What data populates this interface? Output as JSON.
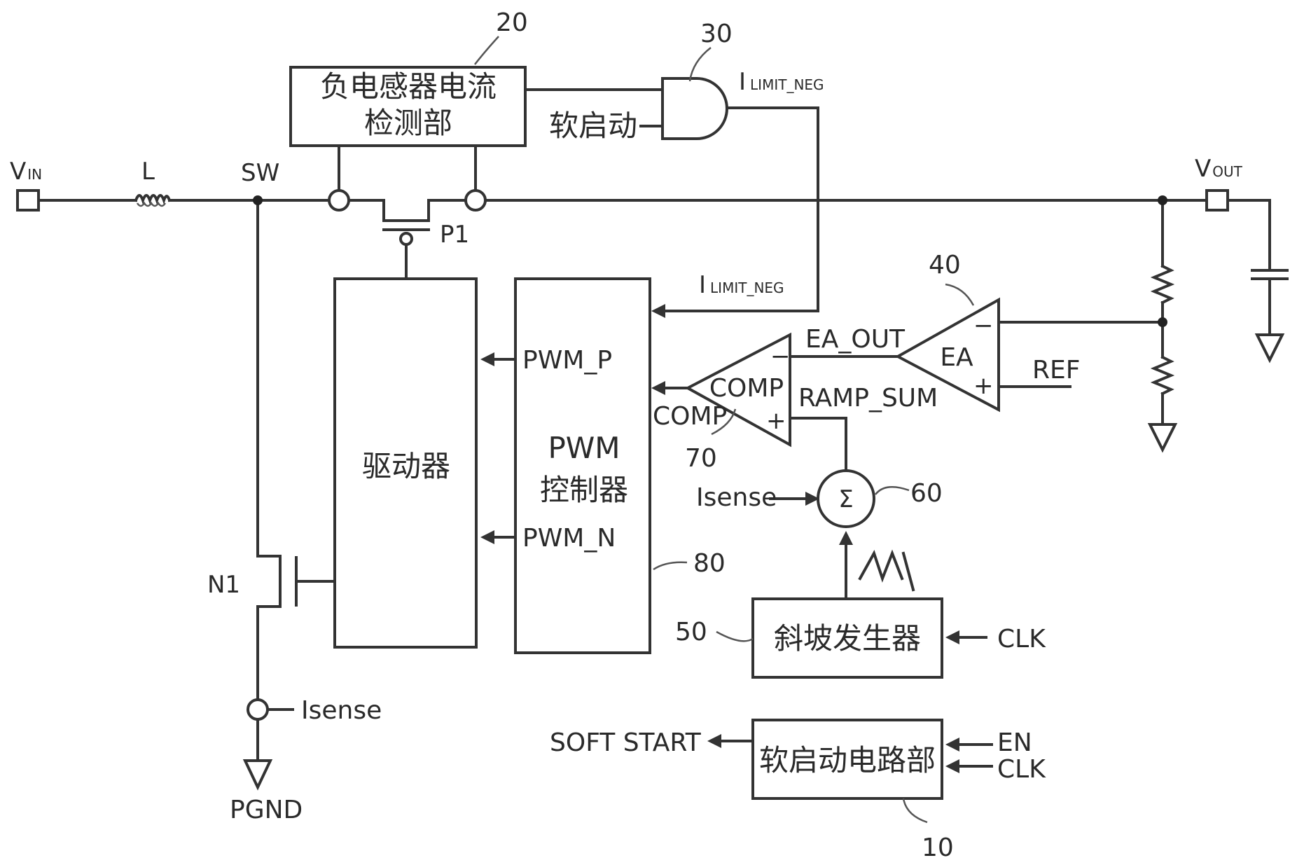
{
  "blocks": {
    "neg_current_detector": {
      "line1": "负电感器电流",
      "line2": "检测部",
      "ref": "20"
    },
    "and_gate": {
      "ref": "30",
      "input_label": "软启动"
    },
    "driver": {
      "label": "驱动器"
    },
    "pwm_controller": {
      "line1": "PWM",
      "line2": "控制器",
      "ref": "80"
    },
    "error_amp": {
      "label": "EA",
      "ref": "40"
    },
    "comparator": {
      "label": "COMP",
      "ref": "70",
      "out_label": "COMP"
    },
    "summer": {
      "symbol": "Σ",
      "ref": "60"
    },
    "ramp_gen": {
      "label": "斜坡发生器",
      "ref": "50"
    },
    "soft_start": {
      "label": "软启动电路部",
      "ref": "10"
    }
  },
  "signals": {
    "vin": {
      "main": "V",
      "sub": "IN"
    },
    "vout": {
      "main": "V",
      "sub": "OUT"
    },
    "inductor": "L",
    "sw": "SW",
    "p1": "P1",
    "n1": "N1",
    "ilimit_top": {
      "main": "I",
      "sub": "LIMIT_NEG"
    },
    "ilimit_mid": {
      "main": "I",
      "sub": "LIMIT_NEG"
    },
    "pwm_p": "PWM_P",
    "pwm_n": "PWM_N",
    "ea_out": "EA_OUT",
    "ramp_sum": "RAMP_SUM",
    "ref": "REF",
    "isense_summer": "Isense",
    "isense_bottom": "Isense",
    "pgnd": "PGND",
    "clk_ramp": "CLK",
    "soft_start_out": "SOFT START",
    "en": "EN",
    "clk_soft": "CLK",
    "minus": "−",
    "plus": "+"
  }
}
